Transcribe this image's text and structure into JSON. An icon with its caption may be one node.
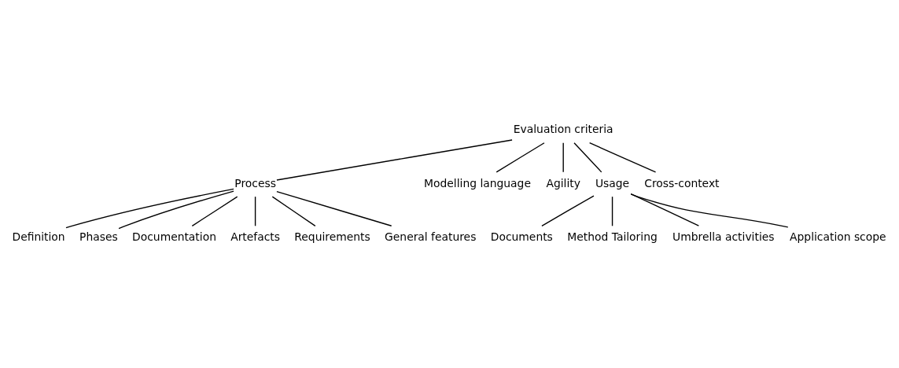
{
  "diagram": {
    "nodes": [
      {
        "text": [
          "Evaluation criteria"
        ]
      },
      {
        "text": [
          "Process"
        ]
      },
      {
        "text": [
          "Modelling language"
        ]
      },
      {
        "text": [
          "Agility"
        ]
      },
      {
        "text": [
          "Usage"
        ]
      },
      {
        "text": [
          "Cross-context"
        ]
      },
      {
        "text": [
          "Definition"
        ]
      },
      {
        "text": [
          "Phases"
        ]
      },
      {
        "text": [
          "Documentation"
        ]
      },
      {
        "text": [
          "Artefacts"
        ]
      },
      {
        "text": [
          "Requirements"
        ]
      },
      {
        "text": [
          "General features"
        ]
      },
      {
        "text": [
          "Documents"
        ]
      },
      {
        "text": [
          "Method Tailoring"
        ]
      },
      {
        "text": [
          "Umbrella activities"
        ]
      },
      {
        "text": [
          "Application scope"
        ]
      }
    ],
    "edges": [
      {
        "from": 0,
        "to": 1,
        "arrow": "none"
      },
      {
        "from": 0,
        "to": 2,
        "arrow": "none"
      },
      {
        "from": 0,
        "to": 3,
        "arrow": "none"
      },
      {
        "from": 0,
        "to": 4,
        "arrow": "none"
      },
      {
        "from": 0,
        "to": 5,
        "arrow": "none"
      },
      {
        "from": 1,
        "to": 6,
        "arrow": "none"
      },
      {
        "from": 1,
        "to": 7,
        "arrow": "none"
      },
      {
        "from": 1,
        "to": 8,
        "arrow": "none"
      },
      {
        "from": 1,
        "to": 9,
        "arrow": "none"
      },
      {
        "from": 1,
        "to": 10,
        "arrow": "none"
      },
      {
        "from": 1,
        "to": 11,
        "arrow": "none"
      },
      {
        "from": 4,
        "to": 12,
        "arrow": "none"
      },
      {
        "from": 4,
        "to": 13,
        "arrow": "none"
      },
      {
        "from": 4,
        "to": 14,
        "arrow": "none"
      },
      {
        "from": 4,
        "to": 15,
        "arrow": "none"
      }
    ]
  }
}
